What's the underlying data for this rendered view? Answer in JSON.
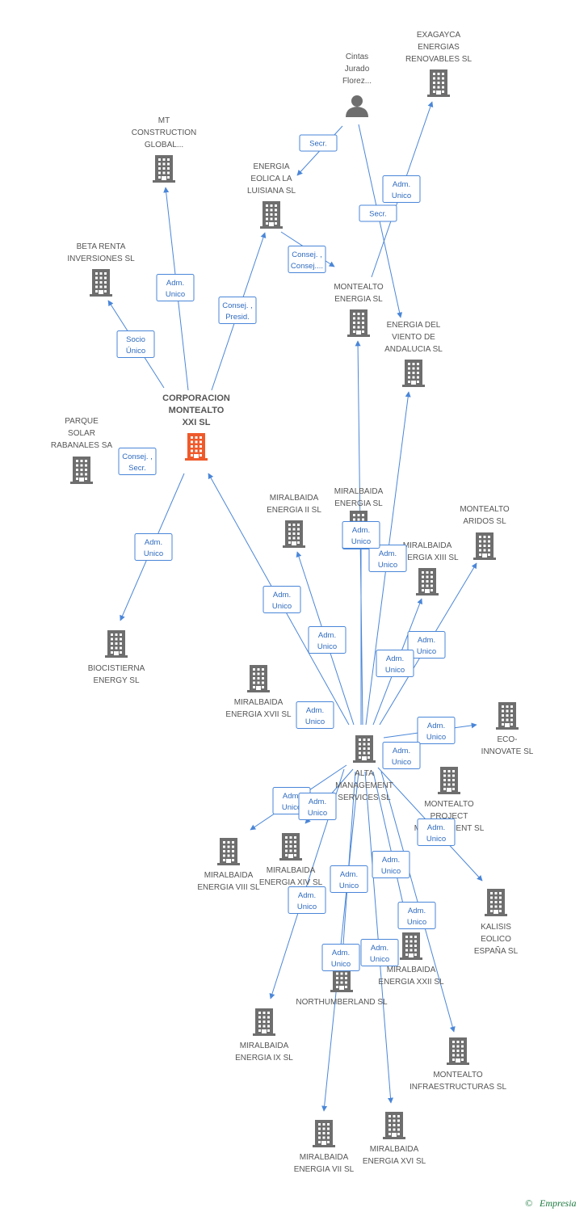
{
  "colors": {
    "edge": "#4a86d8",
    "company": "#6e6e6e",
    "focus": "#ef5a2a",
    "person": "#6e6e6e",
    "text": "#555555"
  },
  "nodes": [
    {
      "id": "corp",
      "type": "company",
      "focus": true,
      "lines": [
        "CORPORACION",
        "MONTEALTO",
        "XXI SL"
      ]
    },
    {
      "id": "cintas",
      "type": "person",
      "lines": [
        "Cintas",
        "Jurado",
        "Florez..."
      ]
    },
    {
      "id": "exagayca",
      "type": "company",
      "lines": [
        "EXAGAYCA",
        "ENERGIAS",
        "RENOVABLES SL"
      ]
    },
    {
      "id": "mt",
      "type": "company",
      "lines": [
        "MT",
        "CONSTRUCTION",
        "GLOBAL..."
      ]
    },
    {
      "id": "eolica",
      "type": "company",
      "lines": [
        "ENERGIA",
        "EOLICA LA",
        "LUISIANA SL"
      ]
    },
    {
      "id": "beta",
      "type": "company",
      "lines": [
        "BETA RENTA",
        "INVERSIONES SL"
      ]
    },
    {
      "id": "montealto_en",
      "type": "company",
      "lines": [
        "MONTEALTO",
        "ENERGIA SL"
      ]
    },
    {
      "id": "viento",
      "type": "company",
      "lines": [
        "ENERGIA DEL",
        "VIENTO DE",
        "ANDALUCIA SL"
      ]
    },
    {
      "id": "parque",
      "type": "company",
      "lines": [
        "PARQUE",
        "SOLAR",
        "RABANALES SA"
      ]
    },
    {
      "id": "mir2",
      "type": "company",
      "lines": [
        "MIRALBAIDA",
        "ENERGIA II SL"
      ]
    },
    {
      "id": "mir_en",
      "type": "company",
      "lines": [
        "MIRALBAIDA",
        "ENERGIA SL"
      ]
    },
    {
      "id": "aridos",
      "type": "company",
      "lines": [
        "MONTEALTO",
        "ARIDOS SL"
      ]
    },
    {
      "id": "mir13",
      "type": "company",
      "lines": [
        "MIRALBAIDA",
        "ENERGIA XIII SL"
      ]
    },
    {
      "id": "biocist",
      "type": "company",
      "lines": [
        "BIOCISTIERNA",
        "ENERGY  SL"
      ]
    },
    {
      "id": "mir17",
      "type": "company",
      "lines": [
        "MIRALBAIDA",
        "ENERGIA XVII SL"
      ]
    },
    {
      "id": "alta",
      "type": "company",
      "lines": [
        "ALTA",
        "MANAGEMENT",
        "SERVICES SL"
      ]
    },
    {
      "id": "eco",
      "type": "company",
      "lines": [
        "ECO-",
        "INNOVATE SL"
      ]
    },
    {
      "id": "project",
      "type": "company",
      "lines": [
        "MONTEALTO",
        "PROJECT",
        "MANAGEMENT SL"
      ]
    },
    {
      "id": "mir8",
      "type": "company",
      "lines": [
        "MIRALBAIDA",
        "ENERGIA VIII SL"
      ]
    },
    {
      "id": "mir14",
      "type": "company",
      "lines": [
        "MIRALBAIDA",
        "ENERGIA XIV SL"
      ]
    },
    {
      "id": "kalisis",
      "type": "company",
      "lines": [
        "KALISIS",
        "EOLICO",
        "ESPAÑA SL"
      ]
    },
    {
      "id": "mir22",
      "type": "company",
      "lines": [
        "MIRALBAIDA",
        "ENERGIA XXII SL"
      ]
    },
    {
      "id": "northum",
      "type": "company",
      "lines": [
        "NORTHUMBERLAND SL"
      ]
    },
    {
      "id": "mir9",
      "type": "company",
      "lines": [
        "MIRALBAIDA",
        "ENERGIA IX SL"
      ]
    },
    {
      "id": "infra",
      "type": "company",
      "lines": [
        "MONTEALTO",
        "INFRAESTRUCTURAS SL"
      ]
    },
    {
      "id": "mir7",
      "type": "company",
      "lines": [
        "MIRALBAIDA",
        "ENERGIA VII SL"
      ]
    },
    {
      "id": "mir16",
      "type": "company",
      "lines": [
        "MIRALBAIDA",
        "ENERGIA XVI SL"
      ]
    }
  ],
  "edges": [
    {
      "from": "cintas",
      "to": "eolica",
      "label": [
        "Secr."
      ]
    },
    {
      "from": "cintas",
      "to": "viento",
      "label": [
        "Secr."
      ]
    },
    {
      "from": "montealto_en",
      "to": "exagayca",
      "label": [
        "Adm.",
        "Unico"
      ]
    },
    {
      "from": "corp",
      "to": "mt",
      "label": [
        "Adm.",
        "Unico"
      ]
    },
    {
      "from": "corp",
      "to": "eolica",
      "label": [
        "Consej. ,",
        "Presid."
      ]
    },
    {
      "from": "corp",
      "to": "beta",
      "label": [
        "Socio",
        "Único"
      ]
    },
    {
      "from": "eolica",
      "to": "montealto_en",
      "label": [
        "Consej. ,",
        "Consej...."
      ]
    },
    {
      "from": "corp",
      "to": "parque",
      "label": [
        "Consej. ,",
        "Secr."
      ]
    },
    {
      "from": "corp",
      "to": "biocist",
      "label": [
        "Adm.",
        "Unico"
      ]
    },
    {
      "from": "alta",
      "to": "corp",
      "label": [
        "Adm.",
        "Unico"
      ]
    },
    {
      "from": "alta",
      "to": "montealto_en",
      "label": [
        "Adm.",
        "Unico"
      ]
    },
    {
      "from": "alta",
      "to": "viento",
      "label": [
        "Adm.",
        "Unico"
      ]
    },
    {
      "from": "alta",
      "to": "mir2",
      "label": [
        "Adm.",
        "Unico"
      ]
    },
    {
      "from": "alta",
      "to": "mir_en",
      "label": [
        "Adm.",
        "Unico"
      ]
    },
    {
      "from": "alta",
      "to": "aridos",
      "label": [
        "Adm.",
        "Unico"
      ]
    },
    {
      "from": "alta",
      "to": "mir13",
      "label": [
        "Adm.",
        "Unico"
      ]
    },
    {
      "from": "alta",
      "to": "mir17",
      "label": [
        "Adm.",
        "Unico"
      ]
    },
    {
      "from": "alta",
      "to": "eco",
      "label": [
        "Adm.",
        "Unico"
      ]
    },
    {
      "from": "alta",
      "to": "project",
      "label": [
        "Adm.",
        "Unico"
      ]
    },
    {
      "from": "alta",
      "to": "mir8",
      "label": [
        "Adm.",
        "Unico"
      ]
    },
    {
      "from": "alta",
      "to": "mir14",
      "label": [
        "Adm.",
        "Unico"
      ]
    },
    {
      "from": "alta",
      "to": "kalisis",
      "label": [
        "Adm.",
        "Unico"
      ]
    },
    {
      "from": "alta",
      "to": "mir22",
      "label": [
        "Adm.",
        "Unico"
      ]
    },
    {
      "from": "alta",
      "to": "northum",
      "label": [
        "Adm.",
        "Unico"
      ]
    },
    {
      "from": "alta",
      "to": "mir9",
      "label": [
        "Adm.",
        "Unico"
      ]
    },
    {
      "from": "alta",
      "to": "infra",
      "label": [
        "Adm.",
        "Unico"
      ]
    },
    {
      "from": "alta",
      "to": "mir7",
      "label": [
        "Adm.",
        "Unico"
      ]
    },
    {
      "from": "alta",
      "to": "mir16",
      "label": [
        "Adm.",
        "Unico"
      ]
    }
  ],
  "footer": {
    "copyright": "©",
    "brand": "Empresia"
  }
}
